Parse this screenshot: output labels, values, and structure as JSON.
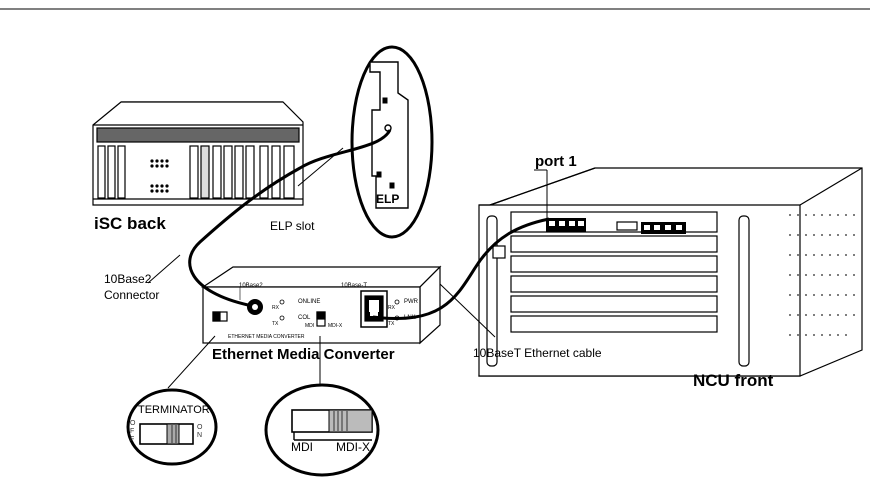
{
  "labels": {
    "isc_back": "iSC back",
    "elp_slot": "ELP slot",
    "elp_card": "ELP",
    "port_1": "port 1",
    "connector_10base2_line1": "10Base2",
    "connector_10base2_line2": "Connector",
    "media_converter": "Ethernet Media Converter",
    "cable_10baset": "10BaseT Ethernet cable",
    "ncu_front": "NCU front",
    "terminator": "TERMINATOR",
    "off": "OFF",
    "on": "ON",
    "mdi": "MDI",
    "mdi_x": "MDI-X"
  },
  "converter": {
    "port_10base2": "10Base2",
    "port_10baset": "10Base-T",
    "online": "ONLINE",
    "col": "COL",
    "pwr": "PWR",
    "lnk": "LNK",
    "rx": "RX",
    "tx": "TX",
    "switch_mdi": "MDI",
    "switch_mdix": "MDI-X",
    "panel_caption": "ETHERNET MEDIA CONVERTER"
  }
}
